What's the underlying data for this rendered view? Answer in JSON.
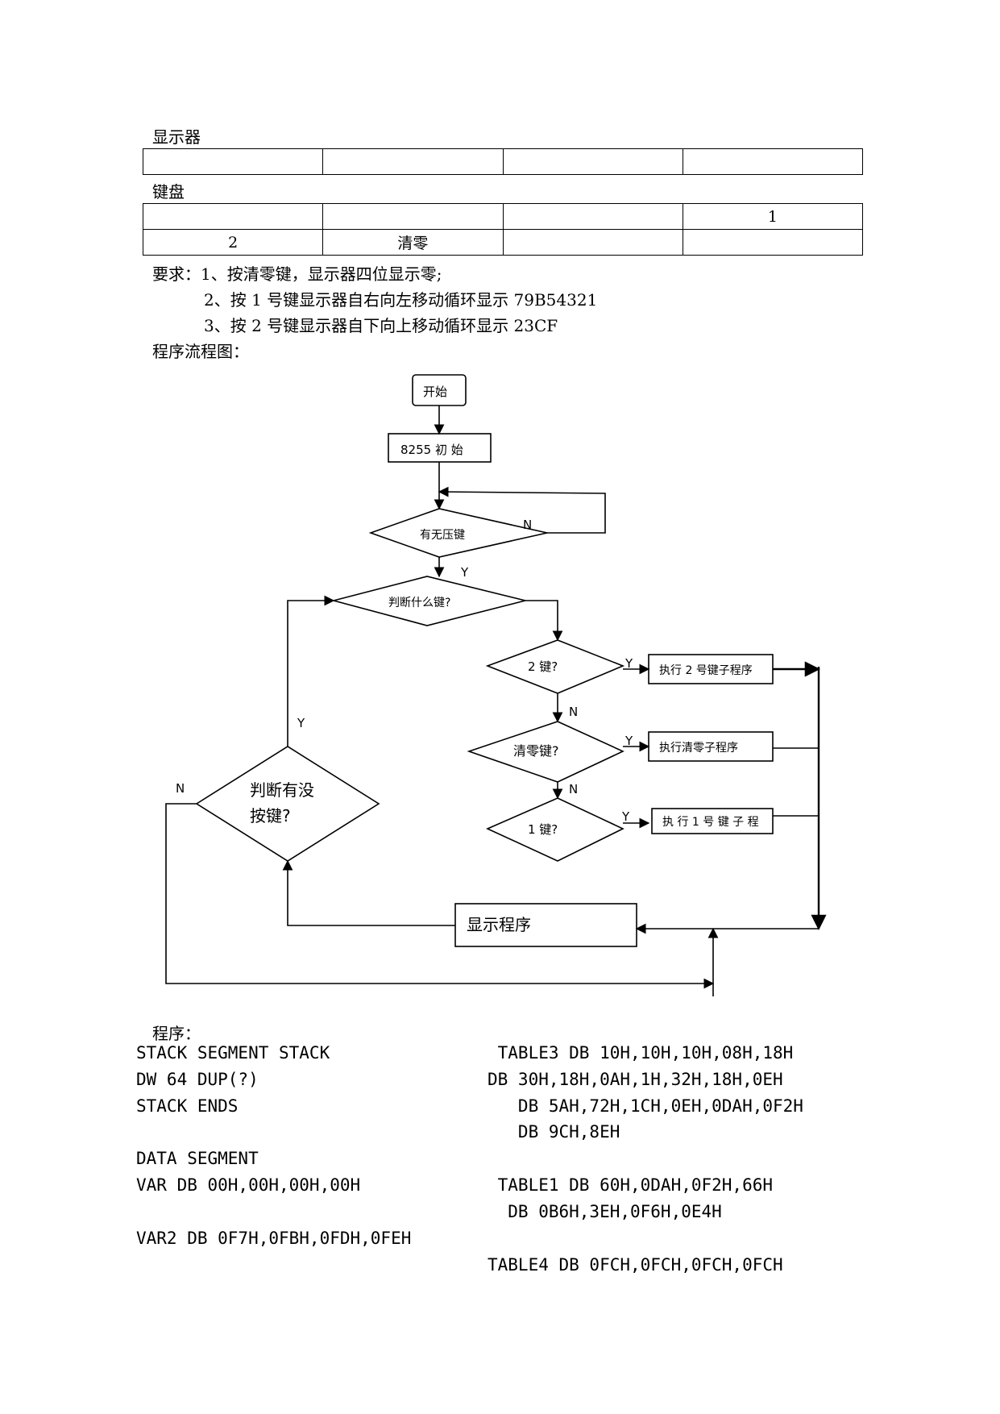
{
  "display_section": {
    "label": "显示器"
  },
  "display_table": {
    "cells": [
      "",
      "",
      "",
      ""
    ]
  },
  "keyboard_section": {
    "label": "键盘"
  },
  "keyboard_table": {
    "rows": [
      [
        "",
        "",
        "",
        "1"
      ],
      [
        "2",
        "清零",
        "",
        ""
      ]
    ]
  },
  "requirements": {
    "lines": [
      "要求：1、按清零键，显示器四位显示零;",
      "2、按 1 号键显示器自右向左移动循环显示 79B54321",
      "3、按 2 号键显示器自下向上移动循环显示 23CF"
    ]
  },
  "flowchart_heading": "程序流程图：",
  "flowchart": {
    "start": "开始",
    "init": "8255  初  始",
    "has_key": "有无压键",
    "which_key": "判断什么键?",
    "key2": "2 键?",
    "clear_key": "清零键?",
    "key1": "1 键?",
    "exec2": "执行 2 号键子程序",
    "exec_clear": "执行清零子程序",
    "exec1": "执 行 1 号 键 子 程",
    "check_key_line1": "判断有没",
    "check_key_line2": "按键?",
    "display": "显示程序",
    "y": "Y",
    "n": "N"
  },
  "program_heading": "程序：",
  "code_left": [
    "STACK SEGMENT STACK",
    "DW 64 DUP(?)",
    "STACK ENDS",
    "",
    "DATA SEGMENT",
    "VAR DB 00H,00H,00H,00H",
    "",
    "VAR2 DB 0F7H,0FBH,0FDH,0FEH"
  ],
  "code_right": [
    " TABLE3 DB 10H,10H,10H,08H,18H",
    "DB 30H,18H,0AH,1H,32H,18H,0EH",
    "   DB 5AH,72H,1CH,0EH,0DAH,0F2H",
    "   DB 9CH,8EH",
    "",
    " TABLE1 DB 60H,0DAH,0F2H,66H",
    "  DB 0B6H,3EH,0F6H,0E4H",
    "",
    "TABLE4 DB 0FCH,0FCH,0FCH,0FCH"
  ]
}
